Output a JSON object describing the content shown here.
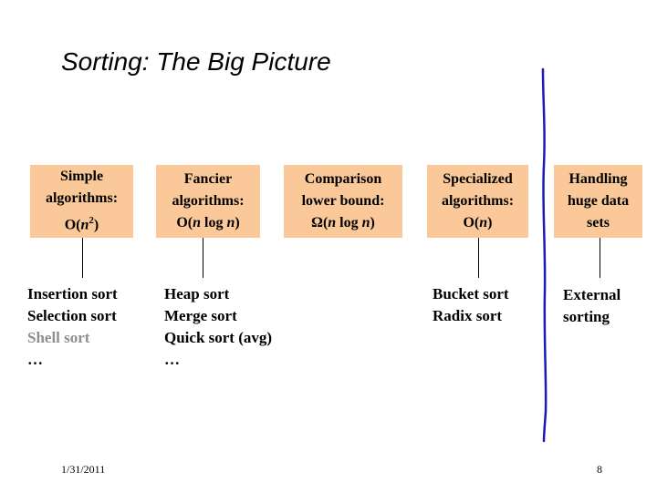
{
  "slide": {
    "title": "Sorting: The Big Picture",
    "date": "1/31/2011",
    "page_number": "8"
  },
  "boxes": [
    {
      "line1": "Simple",
      "line2": "algorithms:",
      "complexity_prefix": "O(",
      "complexity_var": "n",
      "complexity_sup": "2",
      "complexity_rest": "",
      "complexity_suffix": ")"
    },
    {
      "line1": "Fancier",
      "line2": "algorithms:",
      "complexity_prefix": "O(",
      "complexity_var": "n",
      "complexity_sup": "",
      "complexity_rest": " log ",
      "complexity_var2": "n",
      "complexity_suffix": ")"
    },
    {
      "line1": "Comparison",
      "line2": "lower bound:",
      "complexity_prefix": "Ω(",
      "complexity_var": "n",
      "complexity_sup": "",
      "complexity_rest": " log ",
      "complexity_var2": "n",
      "complexity_suffix": ")"
    },
    {
      "line1": "Specialized",
      "line2": "algorithms:",
      "complexity_prefix": "O(",
      "complexity_var": "n",
      "complexity_sup": "",
      "complexity_rest": "",
      "complexity_suffix": ")"
    },
    {
      "line1": "Handling",
      "line2": "huge data",
      "line3": "sets"
    }
  ],
  "lists": [
    {
      "items": [
        "Insertion sort",
        "Selection sort",
        "Shell sort",
        "…"
      ]
    },
    {
      "items": [
        "Heap sort",
        "Merge sort",
        "Quick sort (avg)",
        "…"
      ]
    },
    {
      "items": [
        "Bucket sort",
        "Radix sort"
      ]
    },
    {
      "items": [
        "External",
        "sorting"
      ]
    }
  ],
  "colors": {
    "box_fill": "#fbc999",
    "divider_line": "#1a1ab8",
    "muted_item": "#8f8f8f"
  }
}
